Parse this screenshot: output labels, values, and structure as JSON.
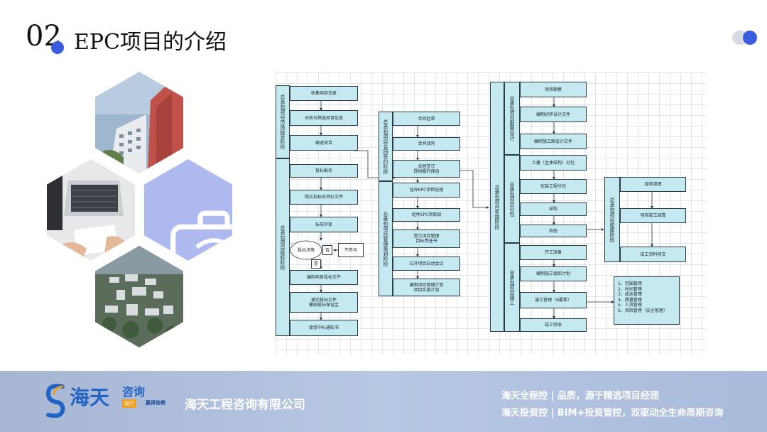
{
  "header": {
    "number": "02",
    "title": "EPC项目的介绍"
  },
  "footer": {
    "logo_name": "海天",
    "logo_sub": "咨询",
    "logo_badge": "知行",
    "logo_slogan": "赢得信赖",
    "company": "海天工程咨询有限公司",
    "tagline_1": "海天全程控 | 品质，源于精选项目经理",
    "tagline_2": "海天投资控 | BIM+投资管控，双驱动全生命周期咨询"
  },
  "diagram": {
    "phases": {
      "market": "总承包项目市场经营阶段",
      "contract": "总承包项目合同签约阶段",
      "bid": "总承包项目投标阶段",
      "planning": "总承包项目管理策划阶段",
      "implementation": "总承包项目实施阶段",
      "survey": "总承包项目勘察设计",
      "subcontract": "总承包项目分包",
      "construction": "总承包项目施工",
      "closing": "总承包项目收尾阶段"
    },
    "nodes": {
      "collect_info": "收集项目信息",
      "analyze_info": "分析与筛选项目信息",
      "track_project": "跟进项目",
      "bid_signup": "投标报名",
      "buy_docs": "购买招标及询价文件",
      "pre_review": "标前评审",
      "bid_decision": "投标决策",
      "no": "否",
      "no_bid": "不参与",
      "yes": "是",
      "prepare_bid": "编制项目投标文件",
      "submit_bid_1": "递交投标文件",
      "submit_bid_2": "缴纳投标保证金",
      "win_notice": "接受中标通知书",
      "contract_draft": "合同起草",
      "negotiate": "合同谈判",
      "sign_1": "合同签订",
      "sign_2": "提供履约保函",
      "appoint_pm": "任命EPC项目经理",
      "form_dept": "组件EPC项目部",
      "resp_1": "签订项目管理",
      "resp_2": "目标责任书",
      "kickoff": "召开项目启动会议",
      "plan_1": "编制项目管理计划",
      "plan_2": "项目实施计划",
      "survey": "项目勘察",
      "prelim_design": "编制初步设计文件",
      "construction_design": "编制施工图设计文件",
      "civil_sub": "土建（主体结构）分包",
      "install_sub": "安装工程分包",
      "purchase": "采购",
      "other": "其他",
      "prep": "开工准备",
      "org_plan": "编制施工组织计划",
      "const_mgmt": "施工管理（6要素）",
      "acceptance": "竣工验收",
      "site_clean": "现场清理",
      "settlement": "项目竣工结算",
      "handover": "竣工资料移交",
      "mgmt_list": [
        "1、范围管理",
        "2、时间管理",
        "3、成本管理",
        "4、质量管理",
        "5、人资管理",
        "6、风险管理（安全管理）"
      ]
    }
  }
}
